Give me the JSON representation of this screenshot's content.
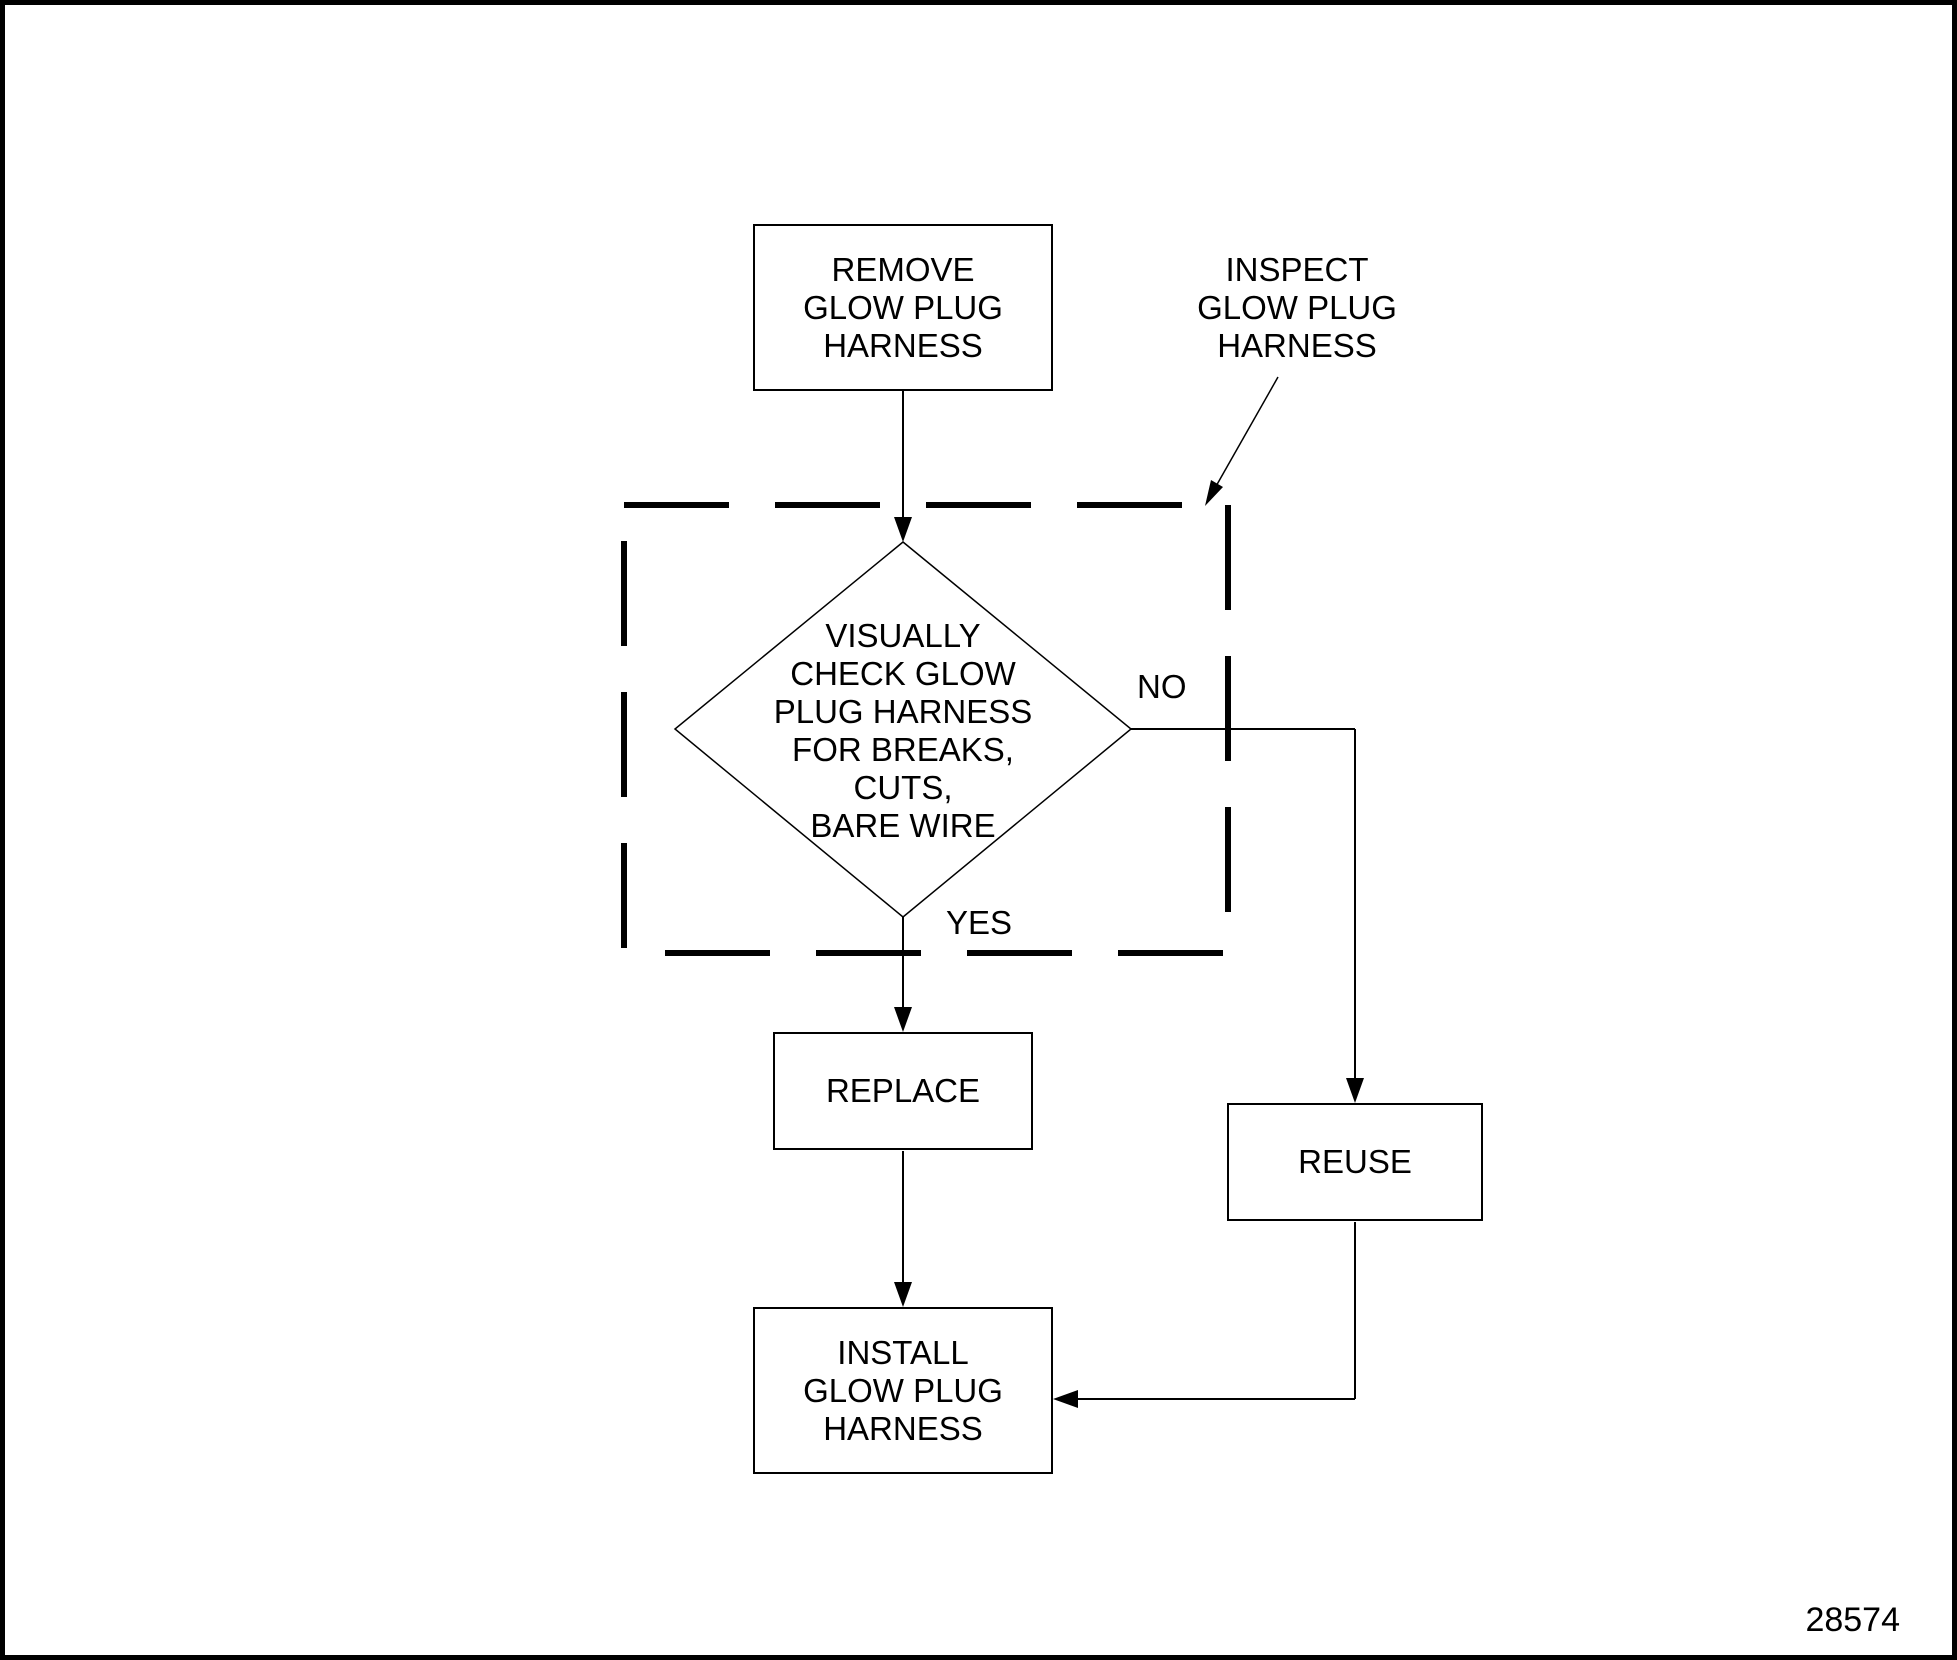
{
  "figure_number": "28574",
  "diagram": {
    "colors": {
      "ink": "#000000",
      "background": "#ffffff"
    },
    "nodes": {
      "remove": {
        "shape": "rectangle",
        "lines": [
          "REMOVE",
          "GLOW PLUG",
          "HARNESS"
        ]
      },
      "decision": {
        "shape": "diamond",
        "lines": [
          "VISUALLY",
          "CHECK GLOW",
          "PLUG HARNESS",
          "FOR BREAKS,",
          "CUTS,",
          "BARE WIRE"
        ]
      },
      "replace": {
        "shape": "rectangle",
        "lines": [
          "REPLACE"
        ]
      },
      "reuse": {
        "shape": "rectangle",
        "lines": [
          "REUSE"
        ]
      },
      "install": {
        "shape": "rectangle",
        "lines": [
          "INSTALL",
          "GLOW PLUG",
          "HARNESS"
        ]
      }
    },
    "annotation": {
      "lines": [
        "INSPECT",
        "GLOW PLUG",
        "HARNESS"
      ]
    },
    "edge_labels": {
      "no": "NO",
      "yes": "YES"
    }
  }
}
